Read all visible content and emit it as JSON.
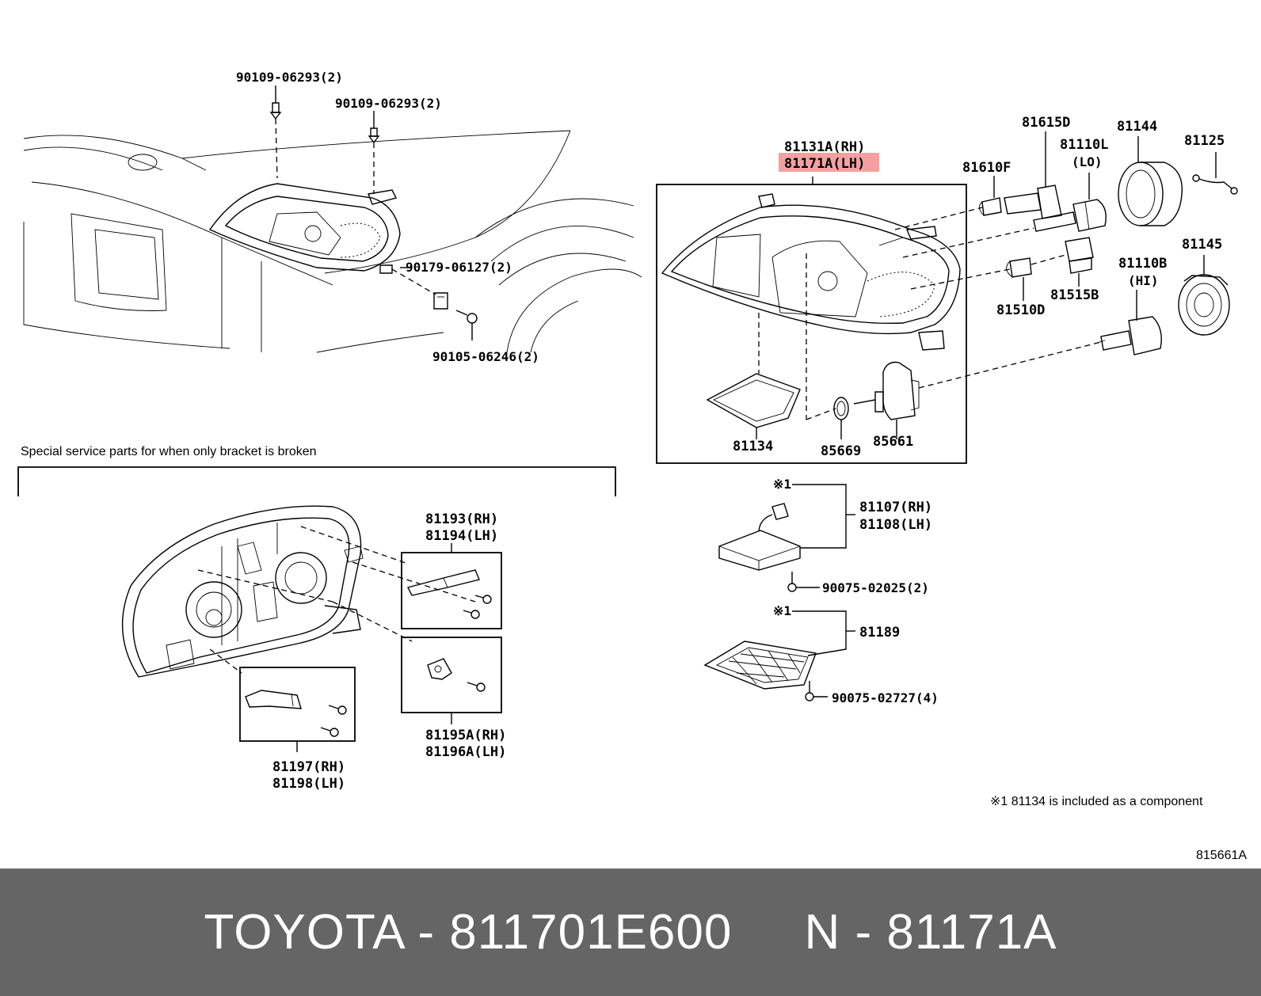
{
  "labels": {
    "bolt_top1": "90109-06293(2)",
    "bolt_top2": "90109-06293(2)",
    "clip": "90179-06127(2)",
    "screw_clip": "90105-06246(2)",
    "unit_rh": "81131A(RH)",
    "unit_lh": "81171A(LH)",
    "socket_f": "81610F",
    "socket_d": "81615D",
    "bulb_lo": "81110L",
    "lo": "(LO)",
    "cover_81144": "81144",
    "wire_81125": "81125",
    "cover_81145": "81145",
    "bulb_hi": "81110B",
    "hi": "(HI)",
    "bulb_81510d": "81510D",
    "socket_81515b": "81515B",
    "gasket": "81134",
    "oring": "85669",
    "leveler": "85661",
    "ref_mark1": "※1",
    "ballast_rh": "81107(RH)",
    "ballast_lh": "81108(LH)",
    "screw_ballast": "90075-02025(2)",
    "ref_mark2": "※1",
    "cover_81189": "81189",
    "screw_cover": "90075-02727(4)",
    "bracket_193": "81193(RH)",
    "bracket_194": "81194(LH)",
    "bracket_195": "81195A(RH)",
    "bracket_196": "81196A(LH)",
    "bracket_197": "81197(RH)",
    "bracket_198": "81198(LH)"
  },
  "special_note": "Special service parts for when only bracket is broken",
  "footnote": "※1 81134 is included as a component",
  "figure_code": "815661A",
  "footer": "TOYOTA - 811701E600     N - 81171A",
  "highlight_color": "#f4a0a0",
  "footer_bg": "#656565"
}
